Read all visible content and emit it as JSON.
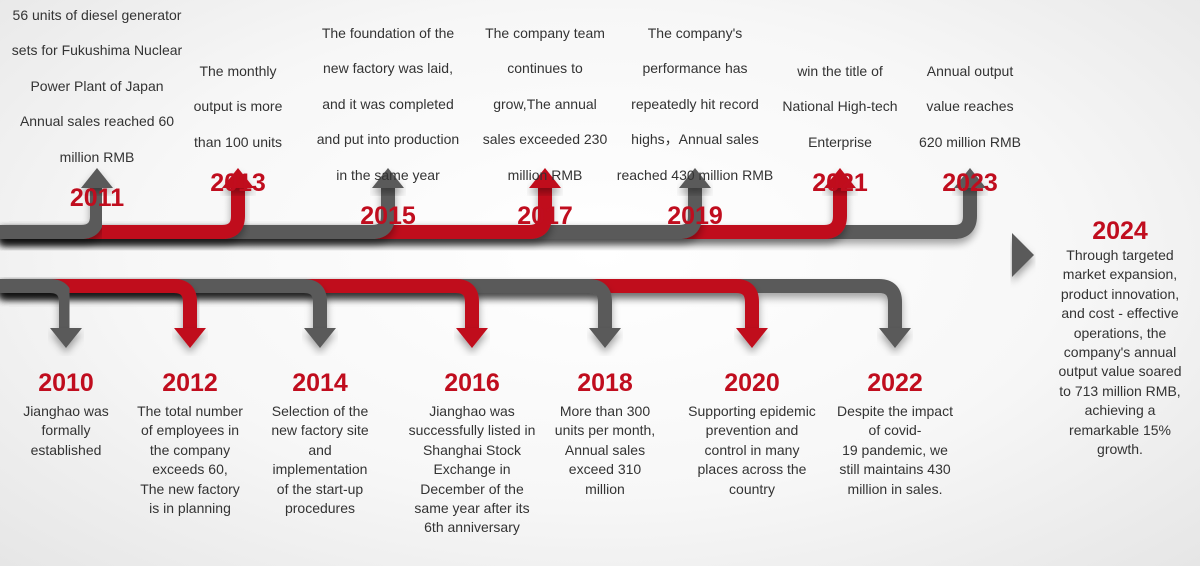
{
  "colors": {
    "red": "#c00d1e",
    "dark": "#5a5a5a",
    "text": "#333333"
  },
  "top_milestones": [
    {
      "year": "2011",
      "lines": [
        "56 units of diesel generator",
        "sets for Fukushima Nuclear",
        "Power Plant of Japan",
        "Annual sales reached 60",
        "million RMB"
      ]
    },
    {
      "year": "2013",
      "lines": [
        "The monthly",
        "output is more",
        "than 100 units"
      ]
    },
    {
      "year": "2015",
      "lines": [
        "The foundation of the",
        "new factory was laid,",
        "and it was completed",
        "and put into production",
        "in the same year"
      ]
    },
    {
      "year": "2017",
      "lines": [
        "The company team",
        "continues to",
        "grow,The annual",
        "sales exceeded 230",
        "million RMB"
      ]
    },
    {
      "year": "2019",
      "lines": [
        "The company's",
        "performance has",
        "repeatedly hit record",
        "highs，Annual sales",
        "reached 430 million RMB"
      ]
    },
    {
      "year": "2021",
      "lines": [
        "win the title of",
        "National High-tech",
        "Enterprise"
      ]
    },
    {
      "year": "2023",
      "lines": [
        "Annual output",
        "value reaches",
        "620 million RMB"
      ]
    }
  ],
  "bottom_milestones": [
    {
      "year": "2010",
      "lines": [
        "Jianghao was",
        "formally",
        "established"
      ]
    },
    {
      "year": "2012",
      "lines": [
        "The total number",
        "of employees in",
        "the company",
        "exceeds 60,",
        "The new factory",
        "is in planning"
      ]
    },
    {
      "year": "2014",
      "lines": [
        "Selection of the",
        "new factory site",
        "and",
        "implementation",
        "of the start-up",
        "procedures"
      ]
    },
    {
      "year": "2016",
      "lines": [
        "Jianghao was",
        "successfully listed in",
        "Shanghai Stock",
        "Exchange in",
        "December of the",
        "same year after its",
        "6th anniversary"
      ]
    },
    {
      "year": "2018",
      "lines": [
        "More than 300",
        "units per month,",
        "Annual sales",
        "exceed 310",
        "million"
      ]
    },
    {
      "year": "2020",
      "lines": [
        "Supporting epidemic",
        "prevention and",
        "control in many",
        "places across the",
        "country"
      ]
    },
    {
      "year": "2022",
      "lines": [
        "Despite the impact",
        "of covid-",
        "19 pandemic, we",
        "still maintains 430",
        "million in sales."
      ]
    }
  ],
  "final_milestone": {
    "year": "2024",
    "lines": [
      "Through targeted",
      "market expansion,",
      "product innovation,",
      "and cost - effective",
      "operations, the",
      "company's annual",
      "output value soared",
      "to 713 million RMB,",
      "achieving a",
      "remarkable 15%",
      "growth."
    ]
  }
}
